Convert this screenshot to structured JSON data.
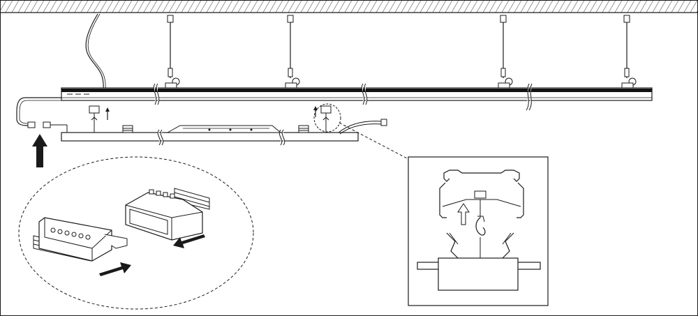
{
  "diagram": {
    "type": "installation-instruction",
    "colors": {
      "line": "#1a1a1a",
      "fill": "#ffffff",
      "profile": "#111111",
      "arrow": "#1a1a1a"
    },
    "hangers_count": 4,
    "icons": [
      "ceiling-hatch",
      "suspension-cable",
      "aluminium-profile",
      "gear-tray",
      "driver",
      "push-up-arrow",
      "wire-connector",
      "connector-detail-callout",
      "mounting-clip-detail-callout"
    ]
  }
}
